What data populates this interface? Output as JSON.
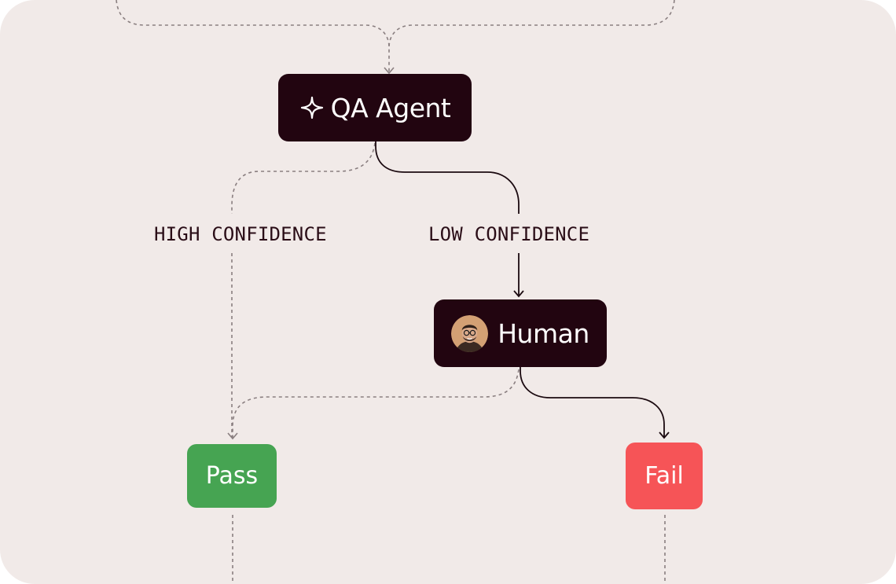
{
  "nodes": {
    "qa_agent": {
      "label": "QA Agent",
      "icon": "sparkle-icon"
    },
    "human": {
      "label": "Human",
      "icon": "avatar"
    },
    "pass": {
      "label": "Pass"
    },
    "fail": {
      "label": "Fail"
    }
  },
  "edges": {
    "high_confidence": "HIGH CONFIDENCE",
    "low_confidence": "LOW CONFIDENCE"
  },
  "colors": {
    "background": "#f1eae8",
    "node_dark": "#220510",
    "pass": "#46a452",
    "fail": "#f65457",
    "dashed_line": "#8a7f80",
    "solid_line": "#1b0a10"
  }
}
